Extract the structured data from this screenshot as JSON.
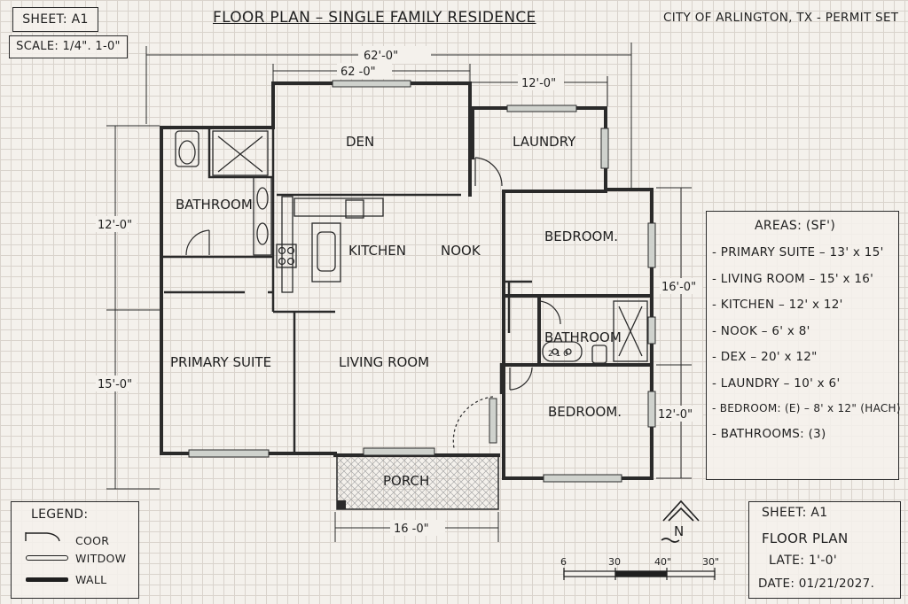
{
  "header": {
    "sheet": "SHEET: A1",
    "scale": "SCALE: 1/4\". 1-0\"",
    "title": "FLOOR PLAN – SINGLE FAMILY RESIDENCE",
    "permit": "CITY OF ARLINGTON, TX - PERMIT SET"
  },
  "dimensions": {
    "overall_width": "62'-0\"",
    "den_width": "62 -0\"",
    "laundry_width": "12'-0\"",
    "left_top": "12'-0\"",
    "left_bottom": "15'-0\"",
    "right_top": "16'-0\"",
    "right_bottom": "12'-0\"",
    "porch_width": "16 -0\""
  },
  "rooms": {
    "den": "DEN",
    "laundry": "LAUNDRY",
    "bathroom_left": "BATHROOM",
    "kitchen": "KITCHEN",
    "nook": "NOOK",
    "bedroom_top": "BEDROOM.",
    "bathroom_right": "BATHROOM",
    "primary_suite": "PRIMARY SUITE",
    "living_room": "LIVING ROOM",
    "bedroom_bottom": "BEDROOM.",
    "porch": "PORCH"
  },
  "areas": {
    "heading": "AREAS: (SF')",
    "items": [
      "- PRIMARY SUITE – 13' x 15'",
      "- LIVING ROOM – 15' x 16'",
      "- KITCHEN – 12' x 12'",
      "- NOOK – 6' x 8'",
      "- DEX – 20' x 12\"",
      "- LAUNDRY – 10' x 6'",
      "- BEDROOM: (E) – 8' x 12\" (HACH)",
      "- BATHROOMS: (3)"
    ]
  },
  "legend": {
    "heading": "LEGEND:",
    "door": "COOR",
    "window": "WIТDOW",
    "wall": "WALL"
  },
  "north": {
    "label": "N"
  },
  "scale_bar": {
    "ticks": [
      "6",
      "30",
      "40\"",
      "30\""
    ]
  },
  "title_block": {
    "sheet": "SHEET: A1",
    "name": "FLOOR PLAN",
    "scale": "LATE: 1'-0'",
    "date": "DATE: 01/21/2027."
  },
  "colors": {
    "wall": "#2a2a2a",
    "paper": "#f4f1ec",
    "grid": "#d9d3cc",
    "window": "#cfd2cd"
  }
}
